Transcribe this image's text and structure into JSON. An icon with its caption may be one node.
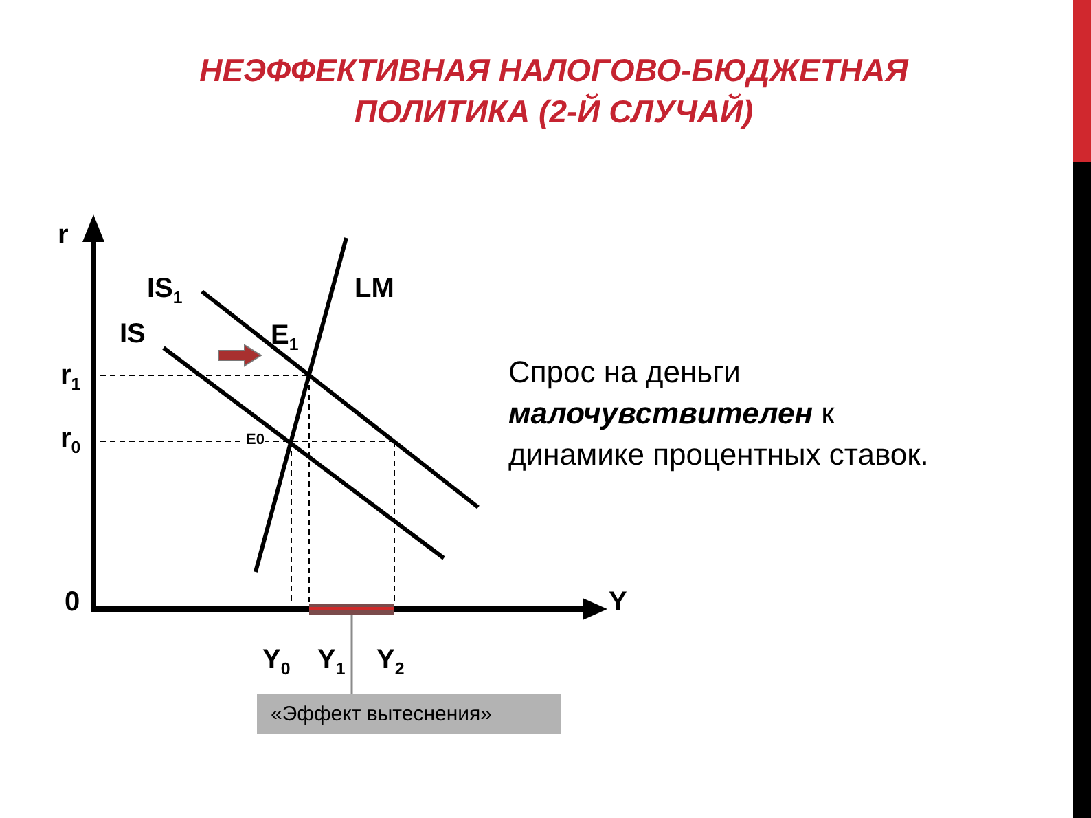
{
  "diagram": {
    "title": "НЕЭФФЕКТИВНАЯ НАЛОГОВО-БЮДЖЕТНАЯ ПОЛИТИКА (2-Й СЛУЧАЙ)",
    "nodes": [
      {
        "text": [
          "«Эффект вытеснения»"
        ]
      },
      {
        "text": [],
        "shape": "bar"
      }
    ],
    "edges": [
      {
        "from": 0,
        "to": 1,
        "arrow": "none"
      }
    ],
    "labels": [
      "r",
      "IS$_{1}$",
      "LM",
      "IS",
      "E$_{1}$",
      "Спрос на деньги **малочувствителен** к динамике процентных ставок.",
      "r$_{1}$",
      "r$_{0}$",
      "E0",
      "0",
      "Y",
      "Y$_{0}$",
      "Y$_{1}$",
      "Y$_{2}$"
    ]
  }
}
